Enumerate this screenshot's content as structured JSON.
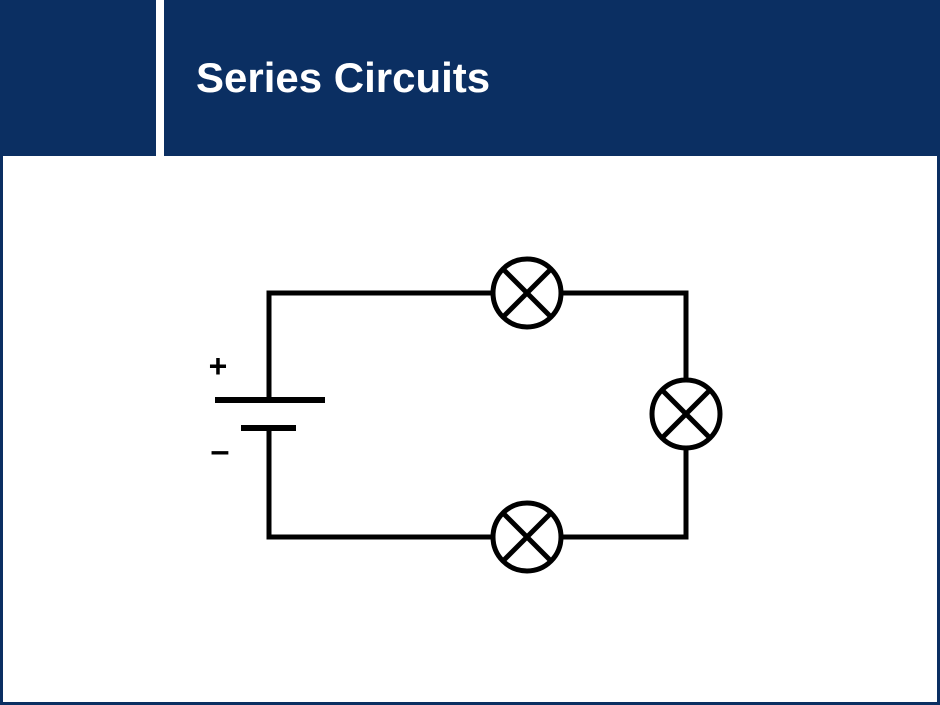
{
  "slide": {
    "title": "Series Circuits"
  },
  "diagram": {
    "battery": {
      "positive_label": "+",
      "negative_label": "–"
    },
    "bulbs": [
      {
        "position": "top"
      },
      {
        "position": "right"
      },
      {
        "position": "bottom"
      }
    ]
  },
  "colors": {
    "header": "#0b2f62",
    "background": "#ffffff",
    "wire": "#000000"
  }
}
